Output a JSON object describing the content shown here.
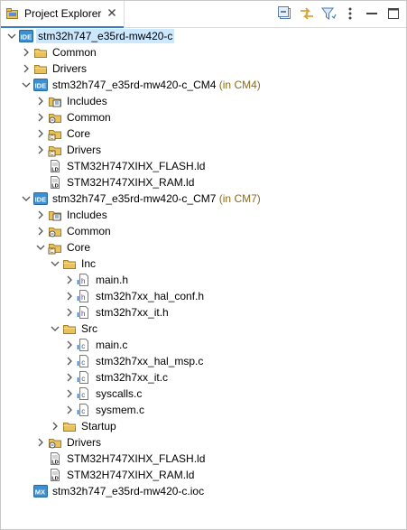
{
  "view": {
    "tab_label": "Project Explorer",
    "tab_icon": "project-explorer-icon",
    "close_icon": "close-icon",
    "toolbar": [
      {
        "name": "collapse-all-button",
        "icon": "collapse-all-icon"
      },
      {
        "name": "link-with-editor-button",
        "icon": "link-with-editor-icon"
      },
      {
        "name": "filter-button",
        "icon": "filter-icon"
      },
      {
        "name": "view-menu-button",
        "icon": "view-menu-icon"
      },
      {
        "name": "minimize-button",
        "icon": "minimize-icon"
      },
      {
        "name": "maximize-button",
        "icon": "maximize-icon"
      }
    ]
  },
  "tree": [
    {
      "label": "stm32h747_e35rd-mw420-c",
      "icon": "ide-project-icon",
      "expanded": true,
      "level": 0,
      "selected": true
    },
    {
      "label": "Common",
      "icon": "folder-icon",
      "expanded": false,
      "level": 1
    },
    {
      "label": "Drivers",
      "icon": "folder-icon",
      "expanded": false,
      "level": 1
    },
    {
      "label": "stm32h747_e35rd-mw420-c_CM4",
      "suffix": "(in CM4)",
      "icon": "ide-project-icon",
      "expanded": true,
      "level": 1
    },
    {
      "label": "Includes",
      "icon": "includes-icon",
      "expanded": false,
      "level": 2
    },
    {
      "label": "Common",
      "icon": "linked-folder-icon",
      "expanded": false,
      "level": 2
    },
    {
      "label": "Core",
      "icon": "source-folder-icon",
      "expanded": false,
      "level": 2
    },
    {
      "label": "Drivers",
      "icon": "source-folder-icon",
      "expanded": false,
      "level": 2
    },
    {
      "label": "STM32H747XIHX_FLASH.ld",
      "icon": "linker-script-icon",
      "level": 2
    },
    {
      "label": "STM32H747XIHX_RAM.ld",
      "icon": "linker-script-icon",
      "level": 2
    },
    {
      "label": "stm32h747_e35rd-mw420-c_CM7",
      "suffix": "(in CM7)",
      "icon": "ide-project-icon",
      "expanded": true,
      "level": 1
    },
    {
      "label": "Includes",
      "icon": "includes-icon",
      "expanded": false,
      "level": 2
    },
    {
      "label": "Common",
      "icon": "linked-folder-icon",
      "expanded": false,
      "level": 2
    },
    {
      "label": "Core",
      "icon": "source-folder-icon",
      "expanded": true,
      "level": 2
    },
    {
      "label": "Inc",
      "icon": "folder-icon",
      "expanded": true,
      "level": 3
    },
    {
      "label": "main.h",
      "icon": "header-file-icon",
      "expanded": false,
      "level": 4
    },
    {
      "label": "stm32h7xx_hal_conf.h",
      "icon": "header-file-icon",
      "expanded": false,
      "level": 4
    },
    {
      "label": "stm32h7xx_it.h",
      "icon": "header-file-icon",
      "expanded": false,
      "level": 4
    },
    {
      "label": "Src",
      "icon": "folder-icon",
      "expanded": true,
      "level": 3
    },
    {
      "label": "main.c",
      "icon": "c-source-file-icon",
      "expanded": false,
      "level": 4
    },
    {
      "label": "stm32h7xx_hal_msp.c",
      "icon": "c-source-file-icon",
      "expanded": false,
      "level": 4
    },
    {
      "label": "stm32h7xx_it.c",
      "icon": "c-source-file-icon",
      "expanded": false,
      "level": 4
    },
    {
      "label": "syscalls.c",
      "icon": "c-source-file-icon",
      "expanded": false,
      "level": 4
    },
    {
      "label": "sysmem.c",
      "icon": "c-source-file-icon",
      "expanded": false,
      "level": 4
    },
    {
      "label": "Startup",
      "icon": "folder-icon",
      "expanded": false,
      "level": 3
    },
    {
      "label": "Drivers",
      "icon": "linked-folder-icon",
      "expanded": false,
      "level": 2
    },
    {
      "label": "STM32H747XIHX_FLASH.ld",
      "icon": "linker-script-icon",
      "level": 2
    },
    {
      "label": "STM32H747XIHX_RAM.ld",
      "icon": "linker-script-icon",
      "level": 2
    },
    {
      "label": "stm32h747_e35rd-mw420-c.ioc",
      "icon": "mx-file-icon",
      "level": 1
    }
  ],
  "colors": {
    "selection": "#cce8ff",
    "folder": "#e8c25e",
    "ide_badge": "#3c8fd0",
    "suffix": "#8a6b1f"
  }
}
